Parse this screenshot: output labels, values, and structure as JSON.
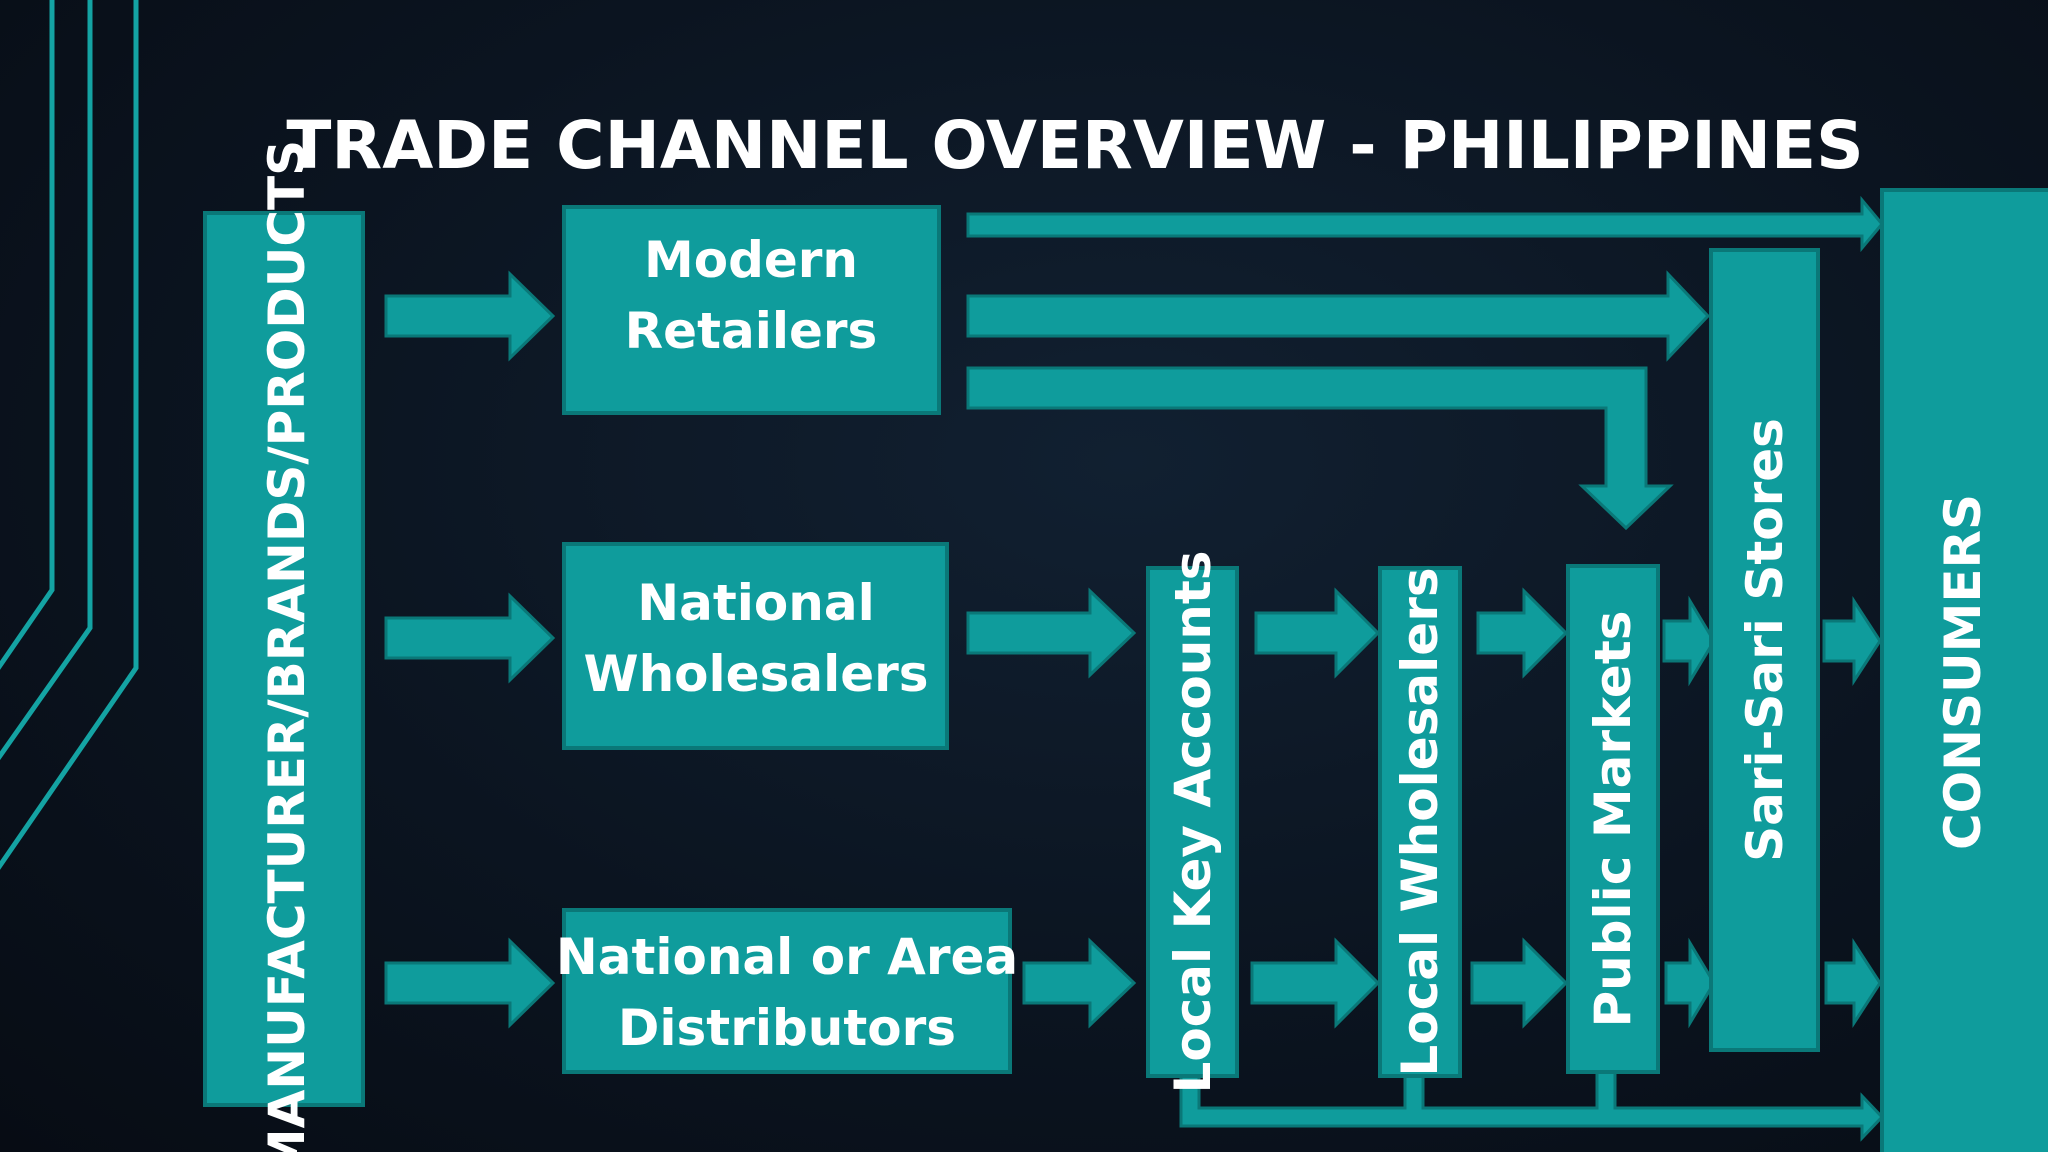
{
  "title": "TRADE CHANNEL OVERVIEW - PHILIPPINES",
  "colors": {
    "box": "#0f9c9c",
    "border": "#0a7878",
    "text": "#ffffff",
    "background": "#0b1420"
  },
  "nodes": {
    "manufacturer": "MANUFACTURER/BRANDS/PRODUCTS",
    "modern_retailers": [
      "Modern",
      "Retailers"
    ],
    "national_wholesalers": [
      "National",
      "Wholesalers"
    ],
    "distributors": [
      "National or Area",
      "Distributors"
    ],
    "local_key_accounts": "Local Key Accounts",
    "local_wholesalers": "Local Wholesalers",
    "public_markets": "Public Markets",
    "sari_sari": "Sari-Sari Stores",
    "consumers": "CONSUMERS"
  }
}
